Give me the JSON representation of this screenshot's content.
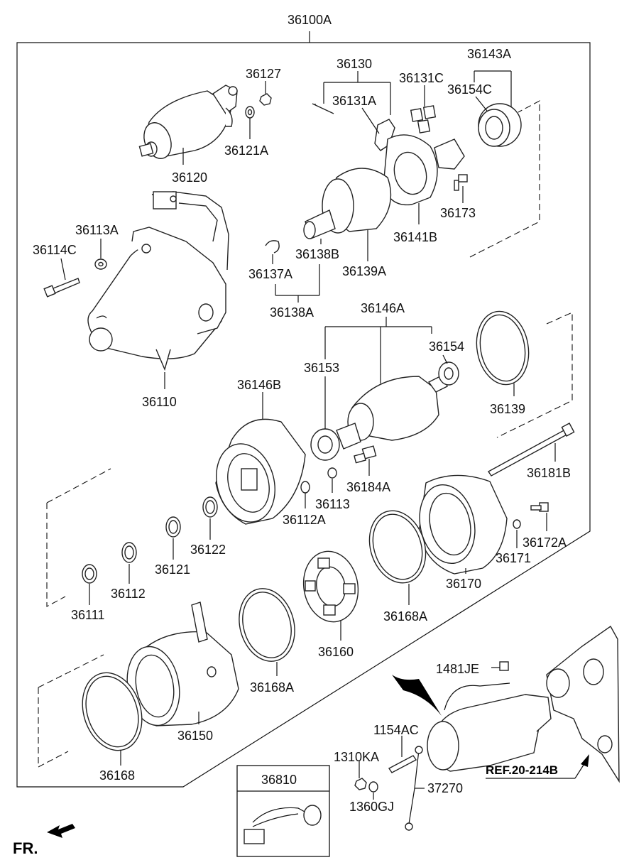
{
  "diagram": {
    "assembly_label": "36100A",
    "fr_label": "FR.",
    "ref_label": "REF.20-214B",
    "box_label": "36810",
    "labels": {
      "p36127": "36127",
      "p36121A": "36121A",
      "p36120": "36120",
      "p36130": "36130",
      "p36131A": "36131A",
      "p36131C": "36131C",
      "p36143A": "36143A",
      "p36154C": "36154C",
      "p36173": "36173",
      "p36141B": "36141B",
      "p36113A": "36113A",
      "p36114C": "36114C",
      "p36138B": "36138B",
      "p36139A": "36139A",
      "p36137A": "36137A",
      "p36138A": "36138A",
      "p36110": "36110",
      "p36146A": "36146A",
      "p36154": "36154",
      "p36153": "36153",
      "p36139": "36139",
      "p36146B": "36146B",
      "p36181B": "36181B",
      "p36184A": "36184A",
      "p36113": "36113",
      "p36112A": "36112A",
      "p36122": "36122",
      "p36121": "36121",
      "p36112": "36112",
      "p36111": "36111",
      "p36172A": "36172A",
      "p36171": "36171",
      "p36170": "36170",
      "p36168A_1": "36168A",
      "p36160": "36160",
      "p36168A_2": "36168A",
      "p36150": "36150",
      "p36168": "36168",
      "p1481JE": "1481JE",
      "p1154AC": "1154AC",
      "p1310KA": "1310KA",
      "p1360GJ": "1360GJ",
      "p37270": "37270"
    }
  }
}
